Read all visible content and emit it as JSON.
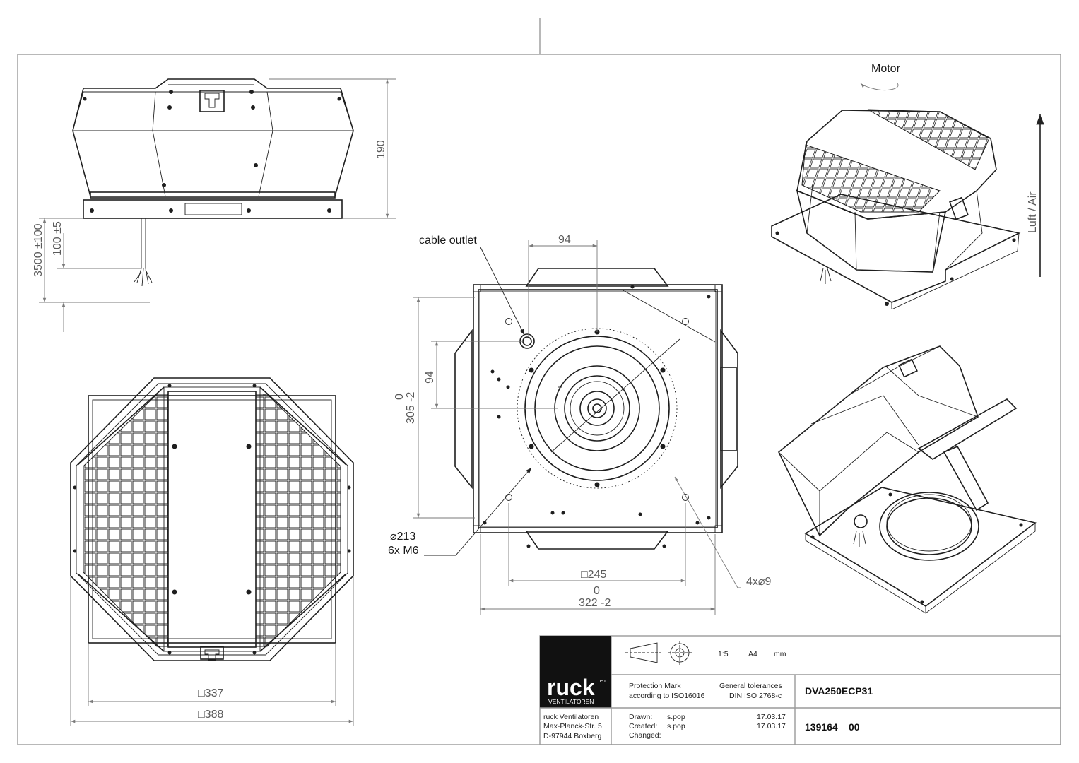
{
  "views": {
    "motor_label": "Motor",
    "air_label": "Luft / Air",
    "cable_outlet_label": "cable outlet"
  },
  "dimensions": {
    "height_190": "190",
    "cable_3500": "3500 ±100",
    "cable_100": "100 ±5",
    "top_94": "94",
    "side_94": "94",
    "height_0": "0",
    "height_305": "305 -2",
    "dia_213": "⌀213",
    "six_m6": "6x M6",
    "sq_245": "□245",
    "width_0": "0",
    "width_322": "322 -2",
    "holes_4x9": "4x⌀9",
    "sq_337": "□337",
    "sq_388": "□388"
  },
  "title_block": {
    "logo_text": "ruck",
    "logo_superscript": "eu",
    "logo_sub": "VENTILATOREN",
    "scale": "1:5",
    "paper": "A4",
    "unit": "mm",
    "protection_line1": "Protection Mark",
    "protection_line2": "according to ISO16016",
    "tolerances_line1": "General tolerances",
    "tolerances_line2": "DIN ISO 2768-c",
    "model": "DVA250ECP31",
    "company": "ruck Ventilatoren",
    "street": "Max-Planck-Str. 5",
    "city": "D-97944 Boxberg",
    "drawn_label": "Drawn:",
    "drawn_by": "s.pop",
    "drawn_date": "17.03.17",
    "created_label": "Created:",
    "created_by": "s.pop",
    "created_date": "17.03.17",
    "changed_label": "Changed:",
    "drawing_number": "139164",
    "revision": "00"
  }
}
